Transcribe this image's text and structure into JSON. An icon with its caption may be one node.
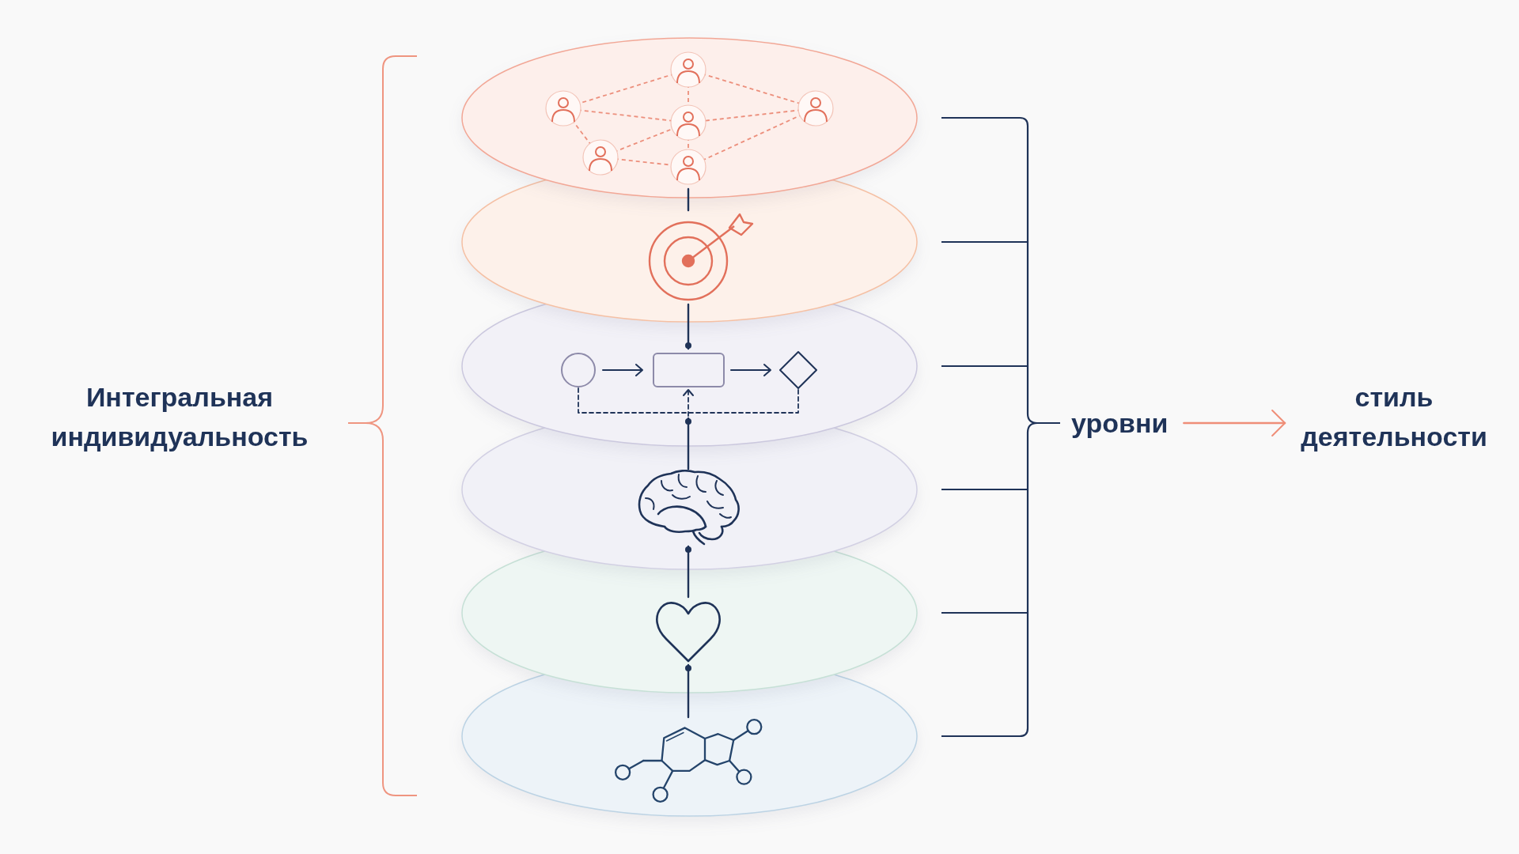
{
  "diagram": {
    "nodes": [
      {
        "text": [],
        "shape": "ellipse"
      },
      {
        "text": [],
        "shape": "picture",
        "in": 0
      },
      {
        "text": [],
        "shape": "ellipse"
      },
      {
        "text": [],
        "shape": "picture",
        "in": 2
      },
      {
        "text": [],
        "shape": "ellipse"
      },
      {
        "text": [],
        "shape": "picture",
        "in": 4
      },
      {
        "text": [],
        "shape": "ellipse"
      },
      {
        "text": [],
        "shape": "picture",
        "in": 6
      },
      {
        "text": [],
        "shape": "ellipse"
      },
      {
        "text": [],
        "shape": "picture",
        "in": 8
      },
      {
        "text": [],
        "shape": "ellipse"
      },
      {
        "text": [],
        "shape": "picture",
        "in": 10
      },
      {
        "text": [
          "уровни"
        ]
      },
      {
        "text": [
          "стиль деятельности"
        ]
      }
    ],
    "edges": [
      {
        "from": 1,
        "to": 3,
        "arrow": "none"
      },
      {
        "from": 3,
        "to": 5,
        "arrow": "other"
      },
      {
        "from": 7,
        "to": 5,
        "arrow": "other"
      },
      {
        "from": 9,
        "to": 7,
        "arrow": "other"
      },
      {
        "from": 11,
        "to": 9,
        "arrow": "other"
      },
      {
        "from": 12,
        "to": 13,
        "arrow": "to",
        "color": "#ef8e78"
      }
    ],
    "labels": [
      "Интегральная индивидуальность"
    ]
  }
}
